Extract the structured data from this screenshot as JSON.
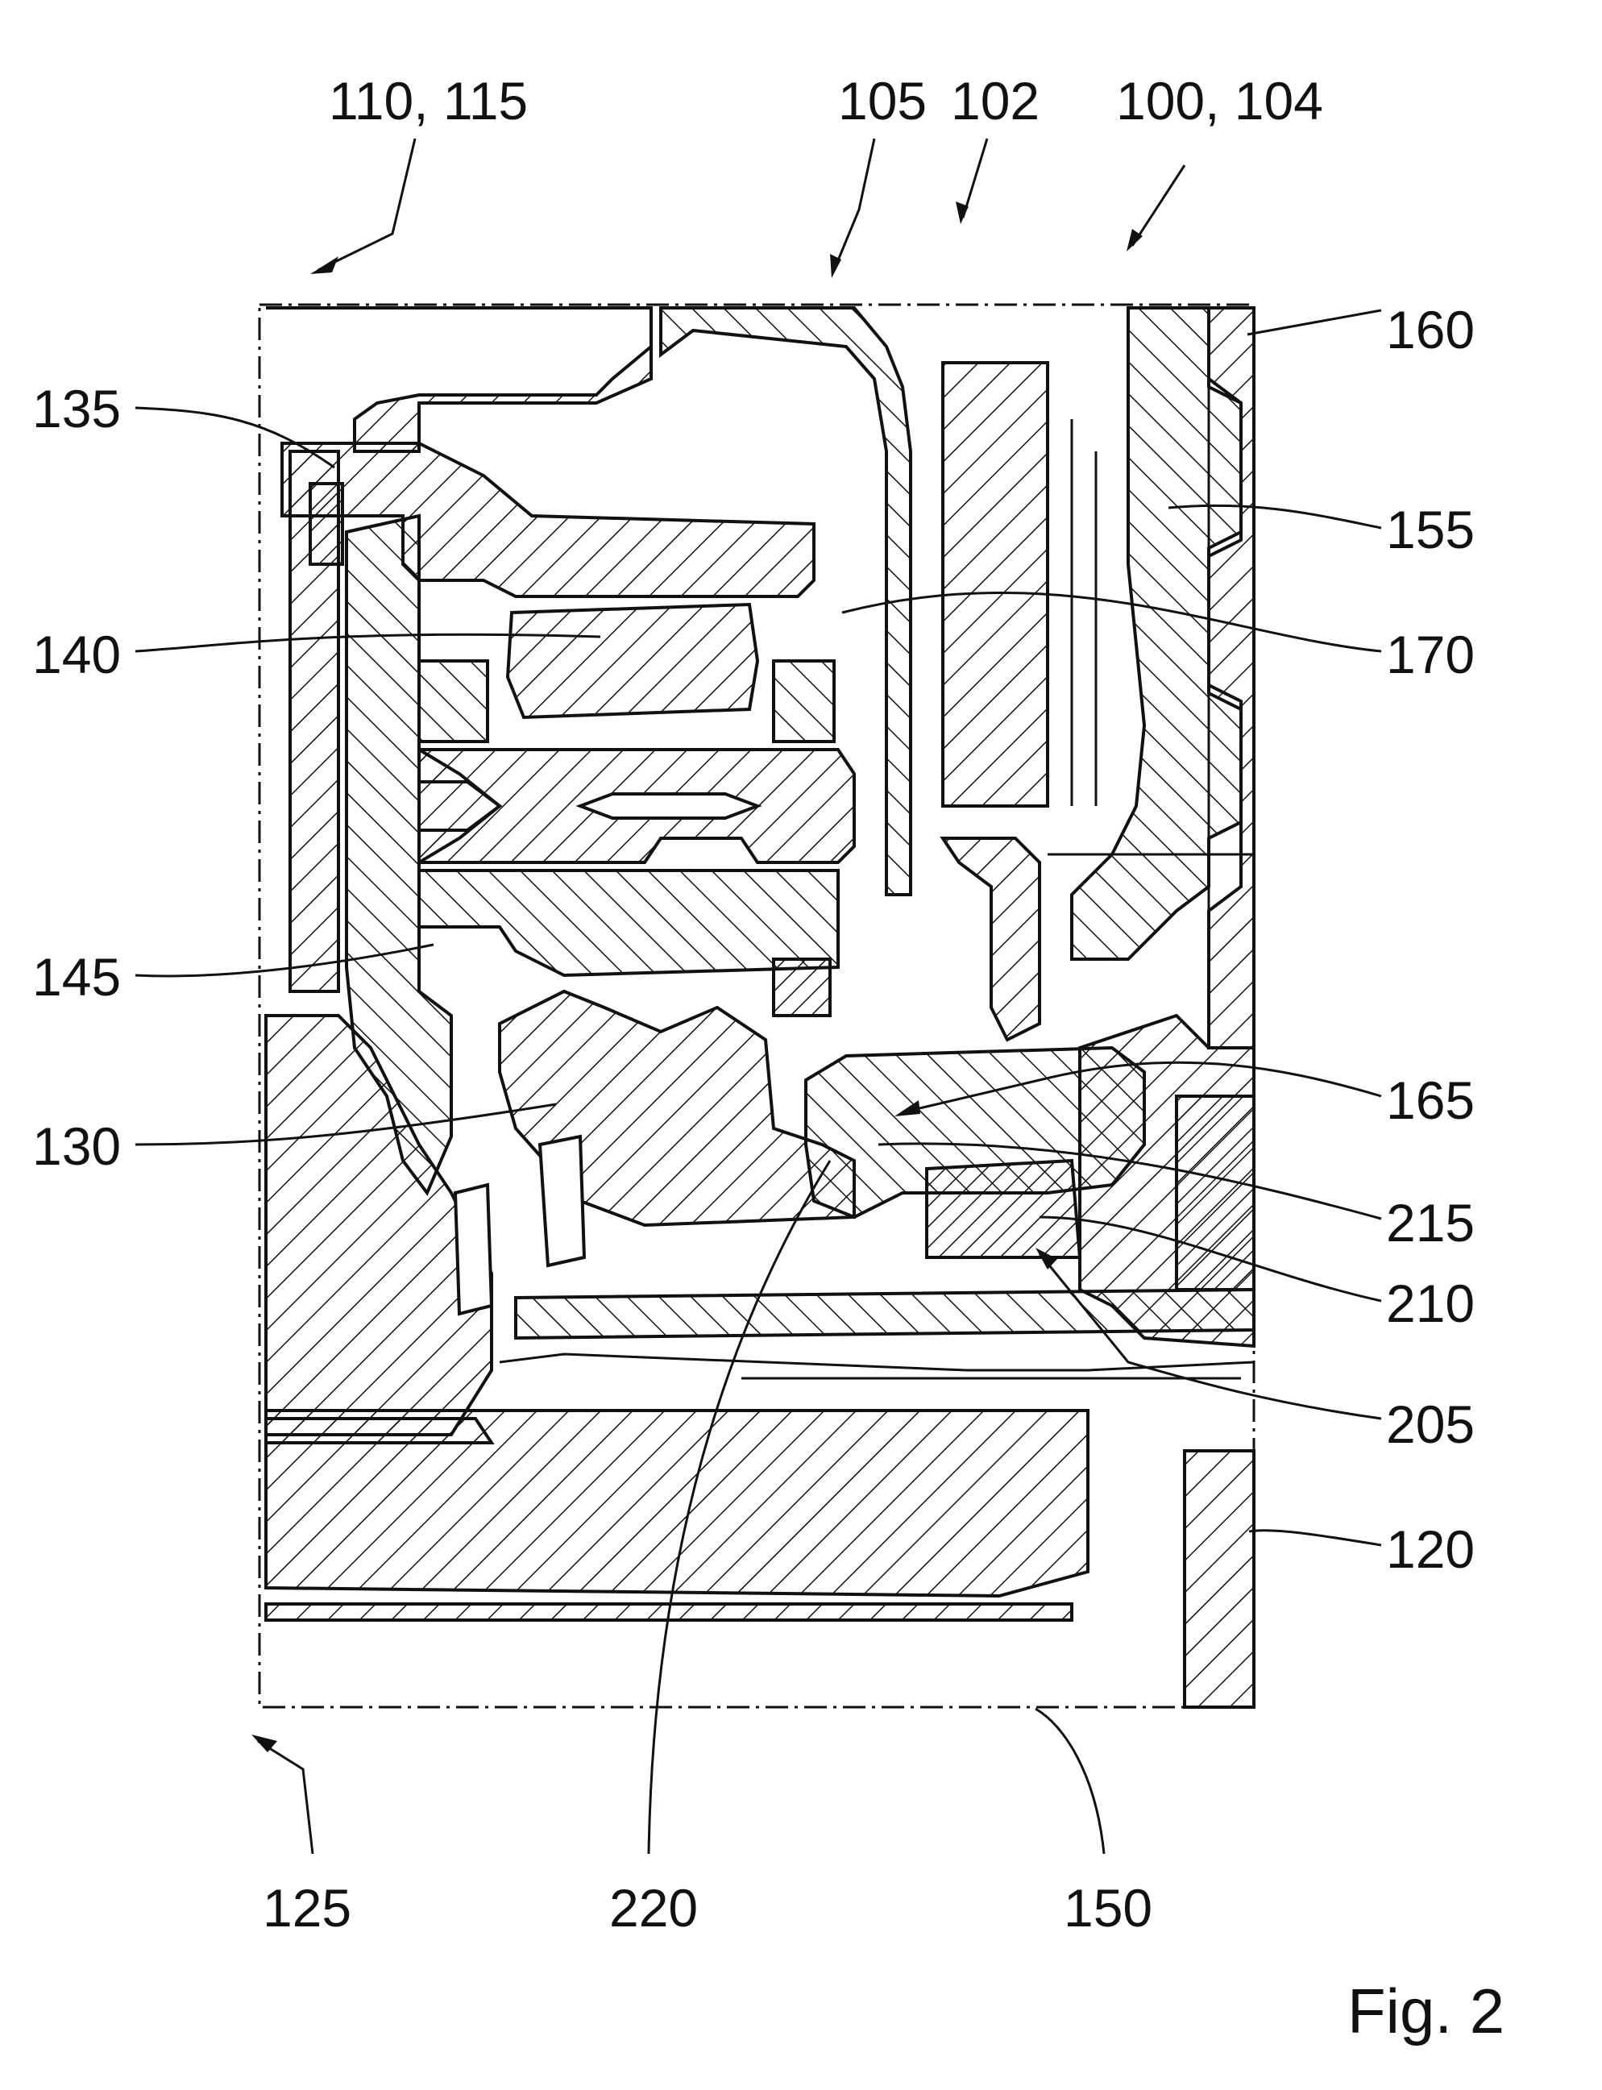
{
  "figure_caption": "Fig. 2",
  "reference_numerals": {
    "r110_115": "110, 115",
    "r105": "105",
    "r102": "102",
    "r100_104": "100, 104",
    "r160": "160",
    "r135": "135",
    "r155": "155",
    "r140": "140",
    "r170": "170",
    "r145": "145",
    "r165": "165",
    "r130": "130",
    "r215": "215",
    "r210": "210",
    "r205": "205",
    "r120": "120",
    "r125": "125",
    "r220": "220",
    "r150": "150"
  },
  "colors": {
    "line": "#111111",
    "background": "#ffffff"
  }
}
